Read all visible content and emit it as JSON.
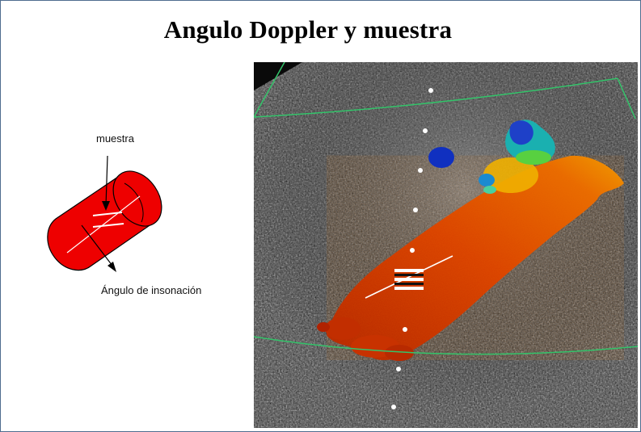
{
  "slide": {
    "title": "Angulo Doppler y muestra"
  },
  "diagram": {
    "sample_label": "muestra",
    "angle_label": "Ángulo de insonación"
  },
  "colors": {
    "vessel_red": "#ee0000",
    "vessel_outline": "#000000",
    "sector_outline": "#33c46a",
    "background_frame": "#4f6d8f"
  },
  "icons": [
    "cylinder-vessel-graphic",
    "ultrasound-doppler-image",
    "sample-gate-marker"
  ]
}
